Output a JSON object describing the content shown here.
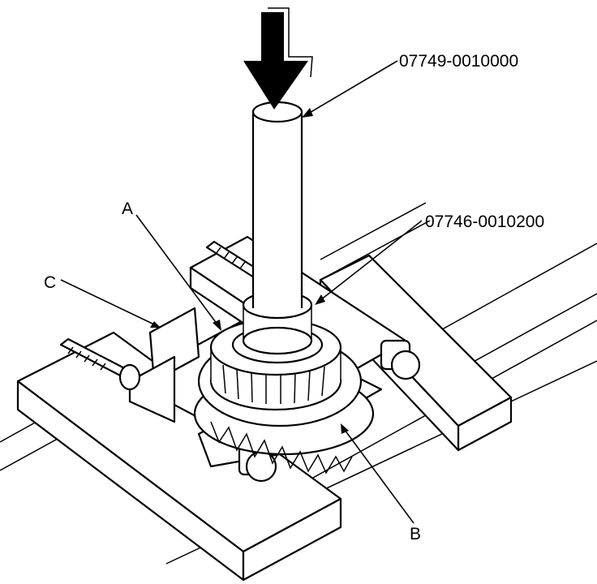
{
  "labels": {
    "press_tool": "07749-0010000",
    "installer_tool": "07746-0010200",
    "a": "A",
    "b": "B",
    "c": "C"
  },
  "icons": {
    "press_arrow": "down-arrow-icon"
  }
}
